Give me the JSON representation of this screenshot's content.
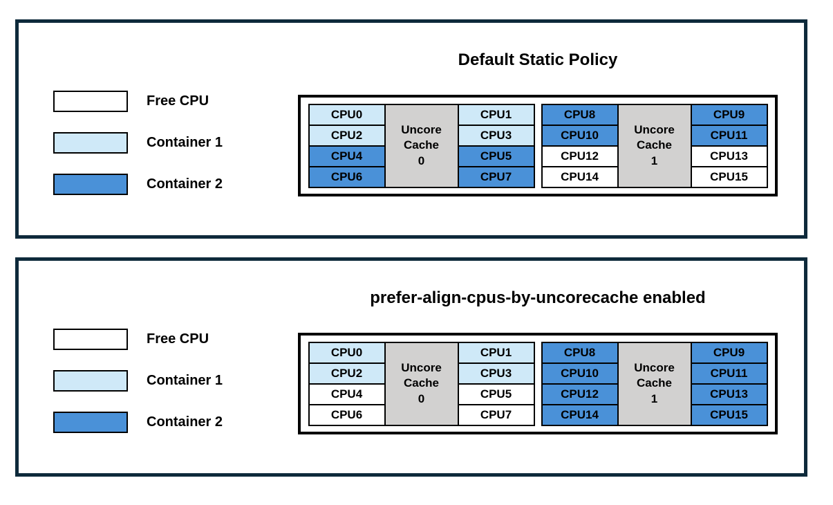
{
  "colors": {
    "free_cpu": "#ffffff",
    "container1": "#cfe9f8",
    "container2": "#4a91d8",
    "uncore": "#d2d1d0",
    "panel_border": "#0e2a3b"
  },
  "legend": {
    "items": [
      {
        "label": "Free CPU",
        "state": "free"
      },
      {
        "label": "Container 1",
        "state": "container1"
      },
      {
        "label": "Container 2",
        "state": "container2"
      }
    ]
  },
  "panels": [
    {
      "title": "Default Static Policy",
      "groups": [
        {
          "cache_label_lines": [
            "Uncore",
            "Cache",
            "0"
          ],
          "left_cpus": [
            {
              "label": "CPU0",
              "state": "container1"
            },
            {
              "label": "CPU2",
              "state": "container1"
            },
            {
              "label": "CPU4",
              "state": "container2"
            },
            {
              "label": "CPU6",
              "state": "container2"
            }
          ],
          "right_cpus": [
            {
              "label": "CPU1",
              "state": "container1"
            },
            {
              "label": "CPU3",
              "state": "container1"
            },
            {
              "label": "CPU5",
              "state": "container2"
            },
            {
              "label": "CPU7",
              "state": "container2"
            }
          ]
        },
        {
          "cache_label_lines": [
            "Uncore",
            "Cache",
            "1"
          ],
          "left_cpus": [
            {
              "label": "CPU8",
              "state": "container2"
            },
            {
              "label": "CPU10",
              "state": "container2"
            },
            {
              "label": "CPU12",
              "state": "free"
            },
            {
              "label": "CPU14",
              "state": "free"
            }
          ],
          "right_cpus": [
            {
              "label": "CPU9",
              "state": "container2"
            },
            {
              "label": "CPU11",
              "state": "container2"
            },
            {
              "label": "CPU13",
              "state": "free"
            },
            {
              "label": "CPU15",
              "state": "free"
            }
          ]
        }
      ]
    },
    {
      "title": "prefer-align-cpus-by-uncorecache enabled",
      "groups": [
        {
          "cache_label_lines": [
            "Uncore",
            "Cache",
            "0"
          ],
          "left_cpus": [
            {
              "label": "CPU0",
              "state": "container1"
            },
            {
              "label": "CPU2",
              "state": "container1"
            },
            {
              "label": "CPU4",
              "state": "free"
            },
            {
              "label": "CPU6",
              "state": "free"
            }
          ],
          "right_cpus": [
            {
              "label": "CPU1",
              "state": "container1"
            },
            {
              "label": "CPU3",
              "state": "container1"
            },
            {
              "label": "CPU5",
              "state": "free"
            },
            {
              "label": "CPU7",
              "state": "free"
            }
          ]
        },
        {
          "cache_label_lines": [
            "Uncore",
            "Cache",
            "1"
          ],
          "left_cpus": [
            {
              "label": "CPU8",
              "state": "container2"
            },
            {
              "label": "CPU10",
              "state": "container2"
            },
            {
              "label": "CPU12",
              "state": "container2"
            },
            {
              "label": "CPU14",
              "state": "container2"
            }
          ],
          "right_cpus": [
            {
              "label": "CPU9",
              "state": "container2"
            },
            {
              "label": "CPU11",
              "state": "container2"
            },
            {
              "label": "CPU13",
              "state": "container2"
            },
            {
              "label": "CPU15",
              "state": "container2"
            }
          ]
        }
      ]
    }
  ]
}
